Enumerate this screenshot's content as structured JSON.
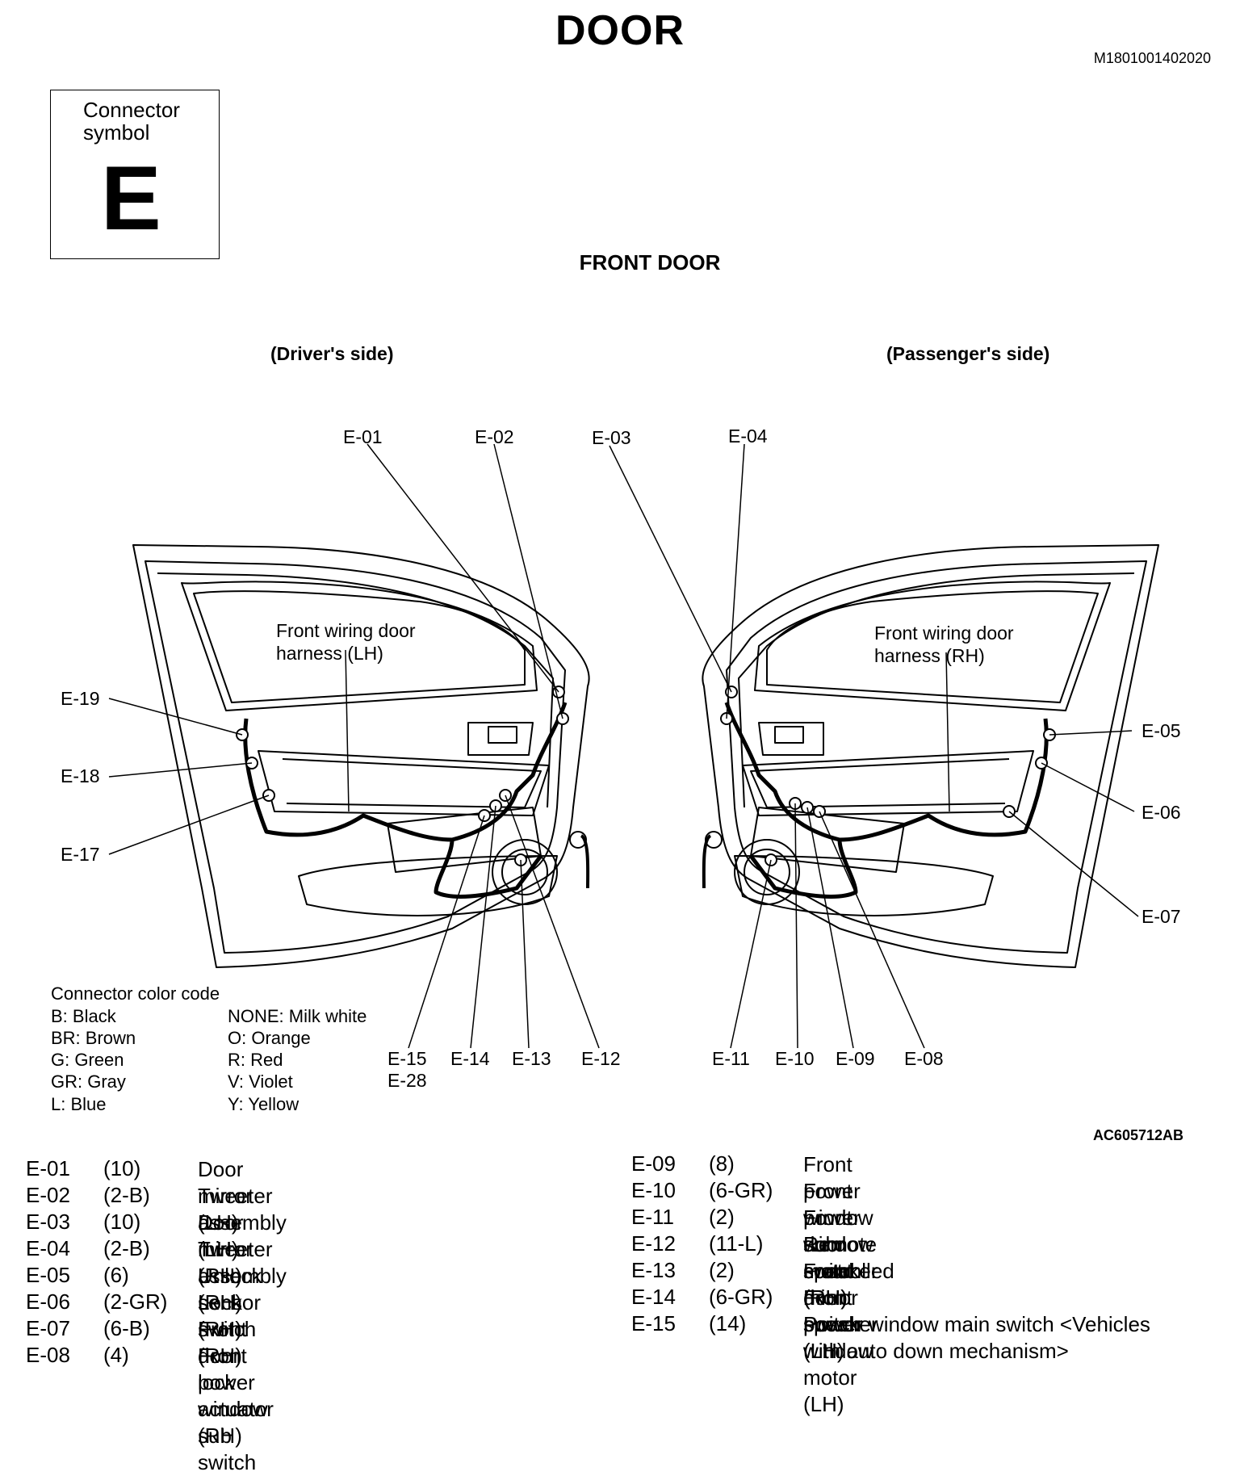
{
  "header": {
    "title": "DOOR",
    "doc_id": "M1801001402020",
    "connector_symbol_label": "Connector symbol",
    "connector_symbol": "E",
    "subtitle": "FRONT DOOR",
    "figure_id": "AC605712AB"
  },
  "sides": {
    "driver": "(Driver's side)",
    "passenger": "(Passenger's side)"
  },
  "harness": {
    "lh": "Front wiring door harness (LH)",
    "rh": "Front wiring door harness (RH)"
  },
  "callouts": {
    "e01": "E-01",
    "e02": "E-02",
    "e03": "E-03",
    "e04": "E-04",
    "e05": "E-05",
    "e06": "E-06",
    "e07": "E-07",
    "e08": "E-08",
    "e09": "E-09",
    "e10": "E-10",
    "e11": "E-11",
    "e12": "E-12",
    "e13": "E-13",
    "e14": "E-14",
    "e15": "E-15",
    "e28": "E-28",
    "e17": "E-17",
    "e18": "E-18",
    "e19": "E-19"
  },
  "color_code": {
    "title": "Connector color code",
    "items": [
      "B: Black",
      "BR: Brown",
      "G: Green",
      "GR: Gray",
      "L: Blue",
      "NONE: Milk white",
      "O: Orange",
      "R: Red",
      "V: Violet",
      "Y: Yellow"
    ]
  },
  "connectors": [
    {
      "id": "E-01",
      "pins": "(10)",
      "desc": "Door mirror assembly (LH)"
    },
    {
      "id": "E-02",
      "pins": "(2-B)",
      "desc": "Tweeter (LH)"
    },
    {
      "id": "E-03",
      "pins": "(10)",
      "desc": "Door mirror assembly (RH)"
    },
    {
      "id": "E-04",
      "pins": "(2-B)",
      "desc": "Tweeter (RH)"
    },
    {
      "id": "E-05",
      "pins": "(6)",
      "desc": "Unlock sensor (RH)"
    },
    {
      "id": "E-06",
      "pins": "(2-GR)",
      "desc": "Lock switch (RH)"
    },
    {
      "id": "E-07",
      "pins": "(6-B)",
      "desc": "Front door lock actuator (RH)"
    },
    {
      "id": "E-08",
      "pins": "(4)",
      "desc": "Front power window sub switch"
    },
    {
      "id": "E-09",
      "pins": "(8)",
      "desc": "Front power window sub switch"
    },
    {
      "id": "E-10",
      "pins": "(6-GR)",
      "desc": "Front power window motor (RH)"
    },
    {
      "id": "E-11",
      "pins": "(2)",
      "desc": "Front door speaker (RH)"
    },
    {
      "id": "E-12",
      "pins": "(11-L)",
      "desc": "Remote controlled mirror switch"
    },
    {
      "id": "E-13",
      "pins": "(2)",
      "desc": "Front door speaker (LH)"
    },
    {
      "id": "E-14",
      "pins": "(6-GR)",
      "desc": "Front power window motor (LH)"
    },
    {
      "id": "E-15",
      "pins": "(14)",
      "desc": "Power window main switch <Vehicles with auto down mechanism>"
    }
  ]
}
